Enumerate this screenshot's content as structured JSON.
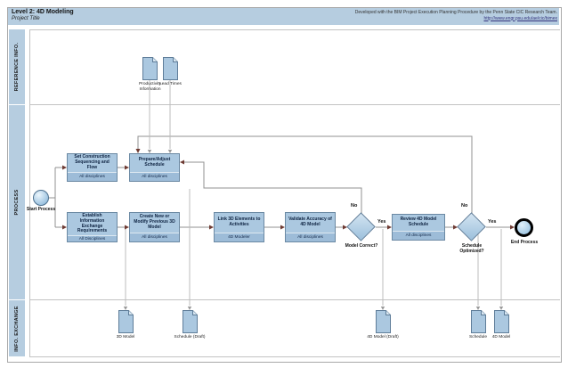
{
  "header": {
    "title": "Level 2: 4D Modeling",
    "subtitle": "Project Title",
    "credit": "Developed with the BIM Project Execution Planning Procedure by the Penn State CIC Research Team.",
    "credit_url": "http://www.engr.psu.edu/ae/cic/bimex"
  },
  "lanes": [
    {
      "label": "REFERENCE INFO."
    },
    {
      "label": "PROCESS"
    },
    {
      "label": "INFO. EXCHANGE"
    }
  ],
  "reference_docs": [
    {
      "label": "Productivity Information"
    },
    {
      "label": "Lead Times"
    }
  ],
  "process": {
    "start": "Start Process",
    "end": "End Process",
    "tasks": [
      {
        "title": "Set Construction Sequencing and Flow",
        "role": "All disciplines"
      },
      {
        "title": "Prepare/Adjust Schedule",
        "role": "All disciplines"
      },
      {
        "title": "Establish Information Exchange Requirements",
        "role": "All Disciplines"
      },
      {
        "title": "Create New or Modify Previous 3D Model",
        "role": "All disciplines"
      },
      {
        "title": "Link 3D Elements to Activities",
        "role": "4D Modeler"
      },
      {
        "title": "Validate Accuracy of 4D Model",
        "role": "All disciplines"
      },
      {
        "title": "Review 4D Model Schedule",
        "role": "All disciplines"
      }
    ],
    "gateways": [
      {
        "label": "Model Correct?",
        "yes": "Yes",
        "no": "No"
      },
      {
        "label": "Schedule Optimized?",
        "yes": "Yes",
        "no": "No"
      }
    ]
  },
  "exchange_docs": [
    {
      "label": "3D Model"
    },
    {
      "label": "Schedule (Draft)"
    },
    {
      "label": "4D Model (Draft)"
    },
    {
      "label": "Schedule"
    },
    {
      "label": "4D Model"
    }
  ],
  "colors": {
    "band": "#b6cde0",
    "shape_fill": "#abc8e0",
    "shape_border": "#5f7d99",
    "flow_line": "#909090",
    "arrowhead": "#6e3a32"
  }
}
